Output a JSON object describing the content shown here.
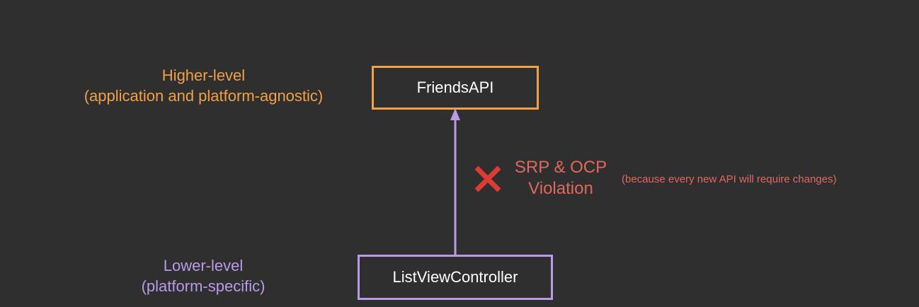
{
  "colors": {
    "background": "#2f2f2f",
    "higher_level": "#f0a045",
    "lower_level": "#b999e8",
    "violation": "#e0675f",
    "x_mark": "#dc3c34",
    "box_text": "#ffffff"
  },
  "higher_label": {
    "line1": "Higher-level",
    "line2": "(application and platform-agnostic)"
  },
  "lower_label": {
    "line1": "Lower-level",
    "line2": "(platform-specific)"
  },
  "nodes": {
    "top": "FriendsAPI",
    "bottom": "ListViewController"
  },
  "violation": {
    "icon": "x-mark-icon",
    "line1": "SRP & OCP",
    "line2": "Violation",
    "note": "(because every new API will require changes)"
  }
}
